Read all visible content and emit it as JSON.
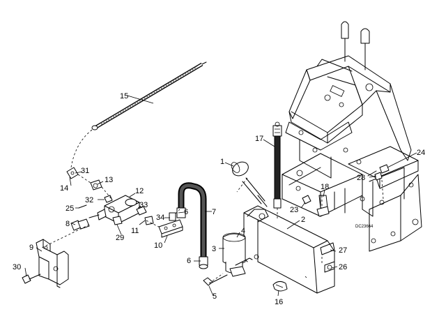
{
  "figure_code": "DC23664",
  "callouts": {
    "c1": "1",
    "c2": "2",
    "c3": "3",
    "c4": "4",
    "c5": "5",
    "c6a": "6",
    "c6b": "6",
    "c7": "7",
    "c8": "8",
    "c9": "9",
    "c10": "10",
    "c11": "11",
    "c12": "12",
    "c13": "13",
    "c14": "14",
    "c15": "15",
    "c16": "16",
    "c17": "17",
    "c18": "18",
    "c23": "23",
    "c24": "24",
    "c25": "25",
    "c26": "26",
    "c27": "27",
    "c28": "28",
    "c29": "29",
    "c30": "30",
    "c31": "31",
    "c32": "32",
    "c33": "33",
    "c34": "34"
  }
}
